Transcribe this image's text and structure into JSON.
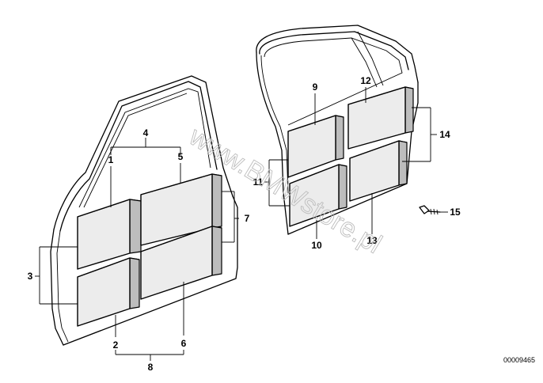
{
  "watermark": "www.BMWstore.pl",
  "doc_number": "00009465",
  "callouts": [
    "1",
    "2",
    "3",
    "4",
    "5",
    "6",
    "7",
    "8",
    "9",
    "10",
    "11",
    "12",
    "13",
    "14",
    "15"
  ]
}
